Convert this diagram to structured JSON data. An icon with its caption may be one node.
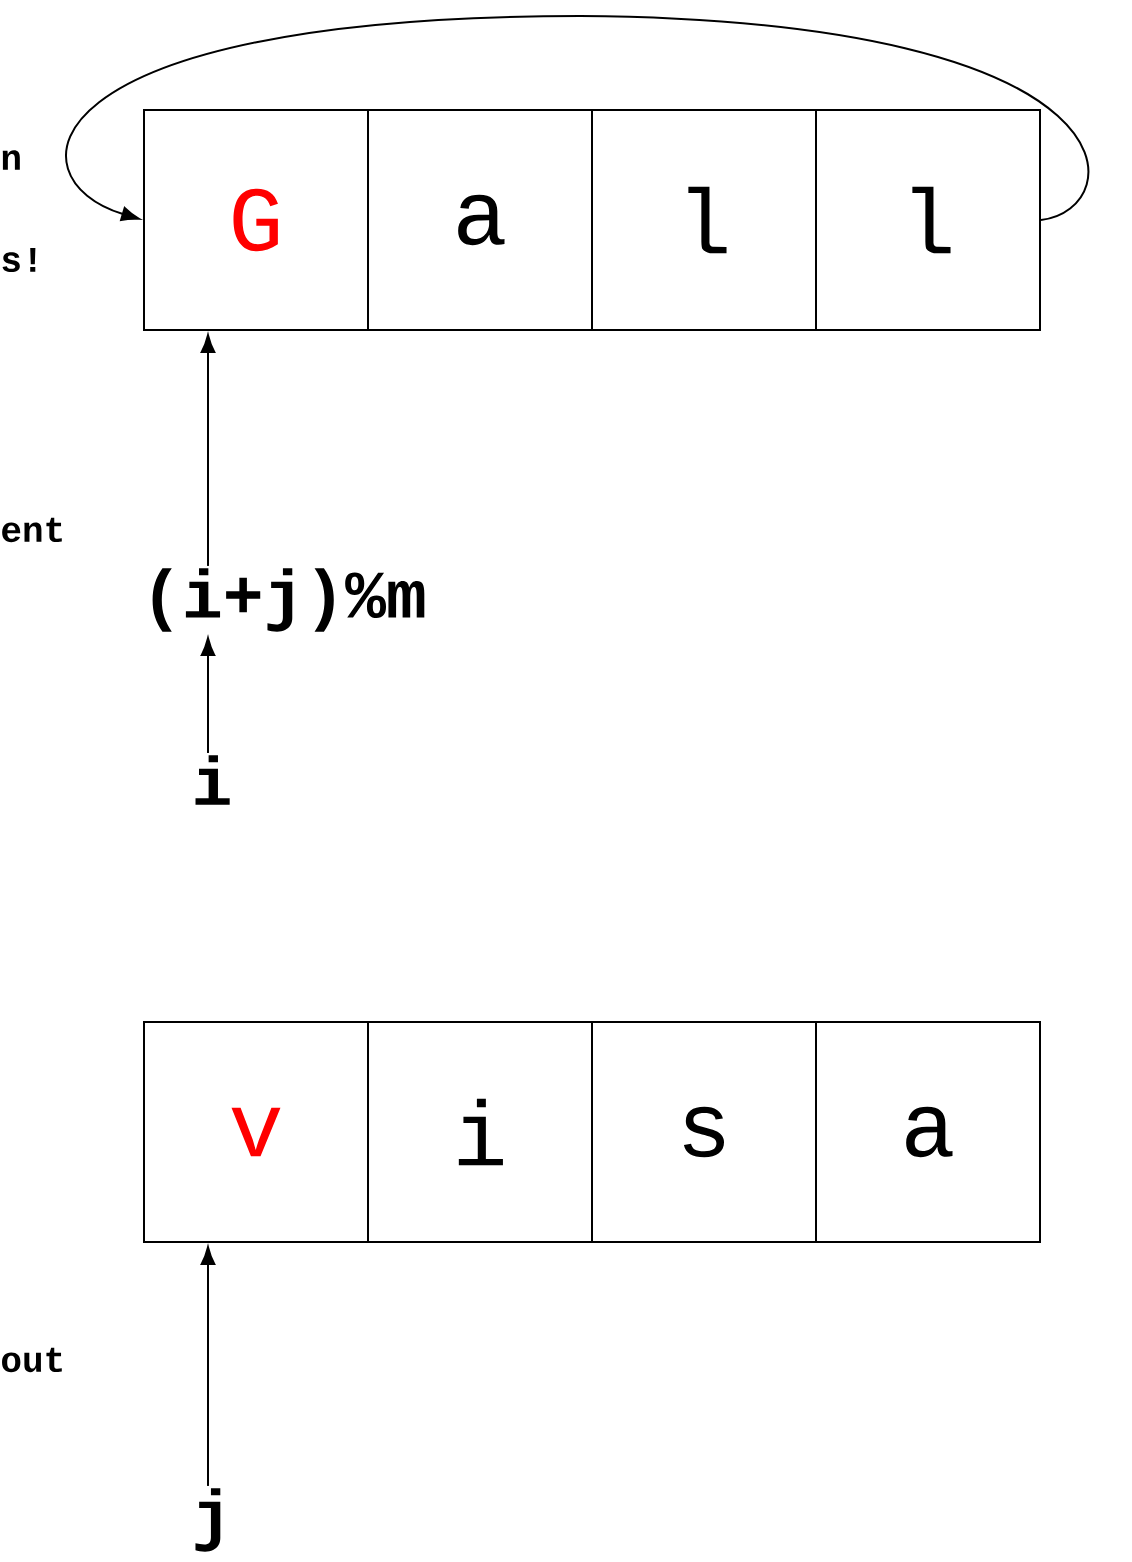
{
  "diagram": {
    "nodes": [
      {
        "text": [
          "G"
        ]
      },
      {
        "text": [
          "a"
        ]
      },
      {
        "text": [
          "l"
        ]
      },
      {
        "text": [
          "l"
        ]
      },
      {
        "text": [
          "v"
        ]
      },
      {
        "text": [
          "i"
        ]
      },
      {
        "text": [
          "s"
        ]
      },
      {
        "text": [
          "a"
        ]
      },
      {
        "text": [
          "(i+j)%m"
        ]
      },
      {
        "text": [
          "i"
        ]
      },
      {
        "text": [
          "j"
        ]
      }
    ],
    "edges": [
      {
        "from": 3,
        "to": 0,
        "arrow": "to"
      },
      {
        "from": 9,
        "to": 8,
        "arrow": "to"
      },
      {
        "from": 8,
        "to": 0,
        "arrow": "to"
      },
      {
        "from": 10,
        "to": 4,
        "arrow": "to"
      }
    ],
    "labels": [
      "n",
      "s!",
      "ent",
      "out"
    ]
  }
}
